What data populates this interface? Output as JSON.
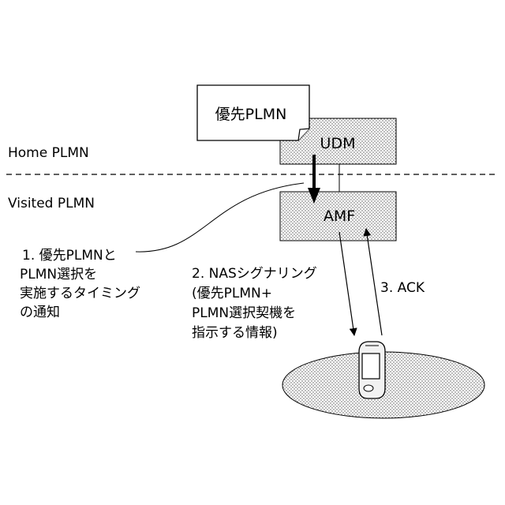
{
  "domains": {
    "home": "Home PLMN",
    "visited": "Visited PLMN"
  },
  "nodes": {
    "udm": "UDM",
    "amf": "AMF",
    "preferred_doc": "優先PLMN"
  },
  "notes": {
    "step1": [
      "1. 優先PLMNと",
      "PLMN選択を",
      "実施するタイミング",
      "の通知"
    ],
    "step2": [
      "2. NASシグナリング",
      "(優先PLMN+",
      "PLMN選択契機を",
      "指示する情報)"
    ],
    "step3": "3. ACK"
  }
}
